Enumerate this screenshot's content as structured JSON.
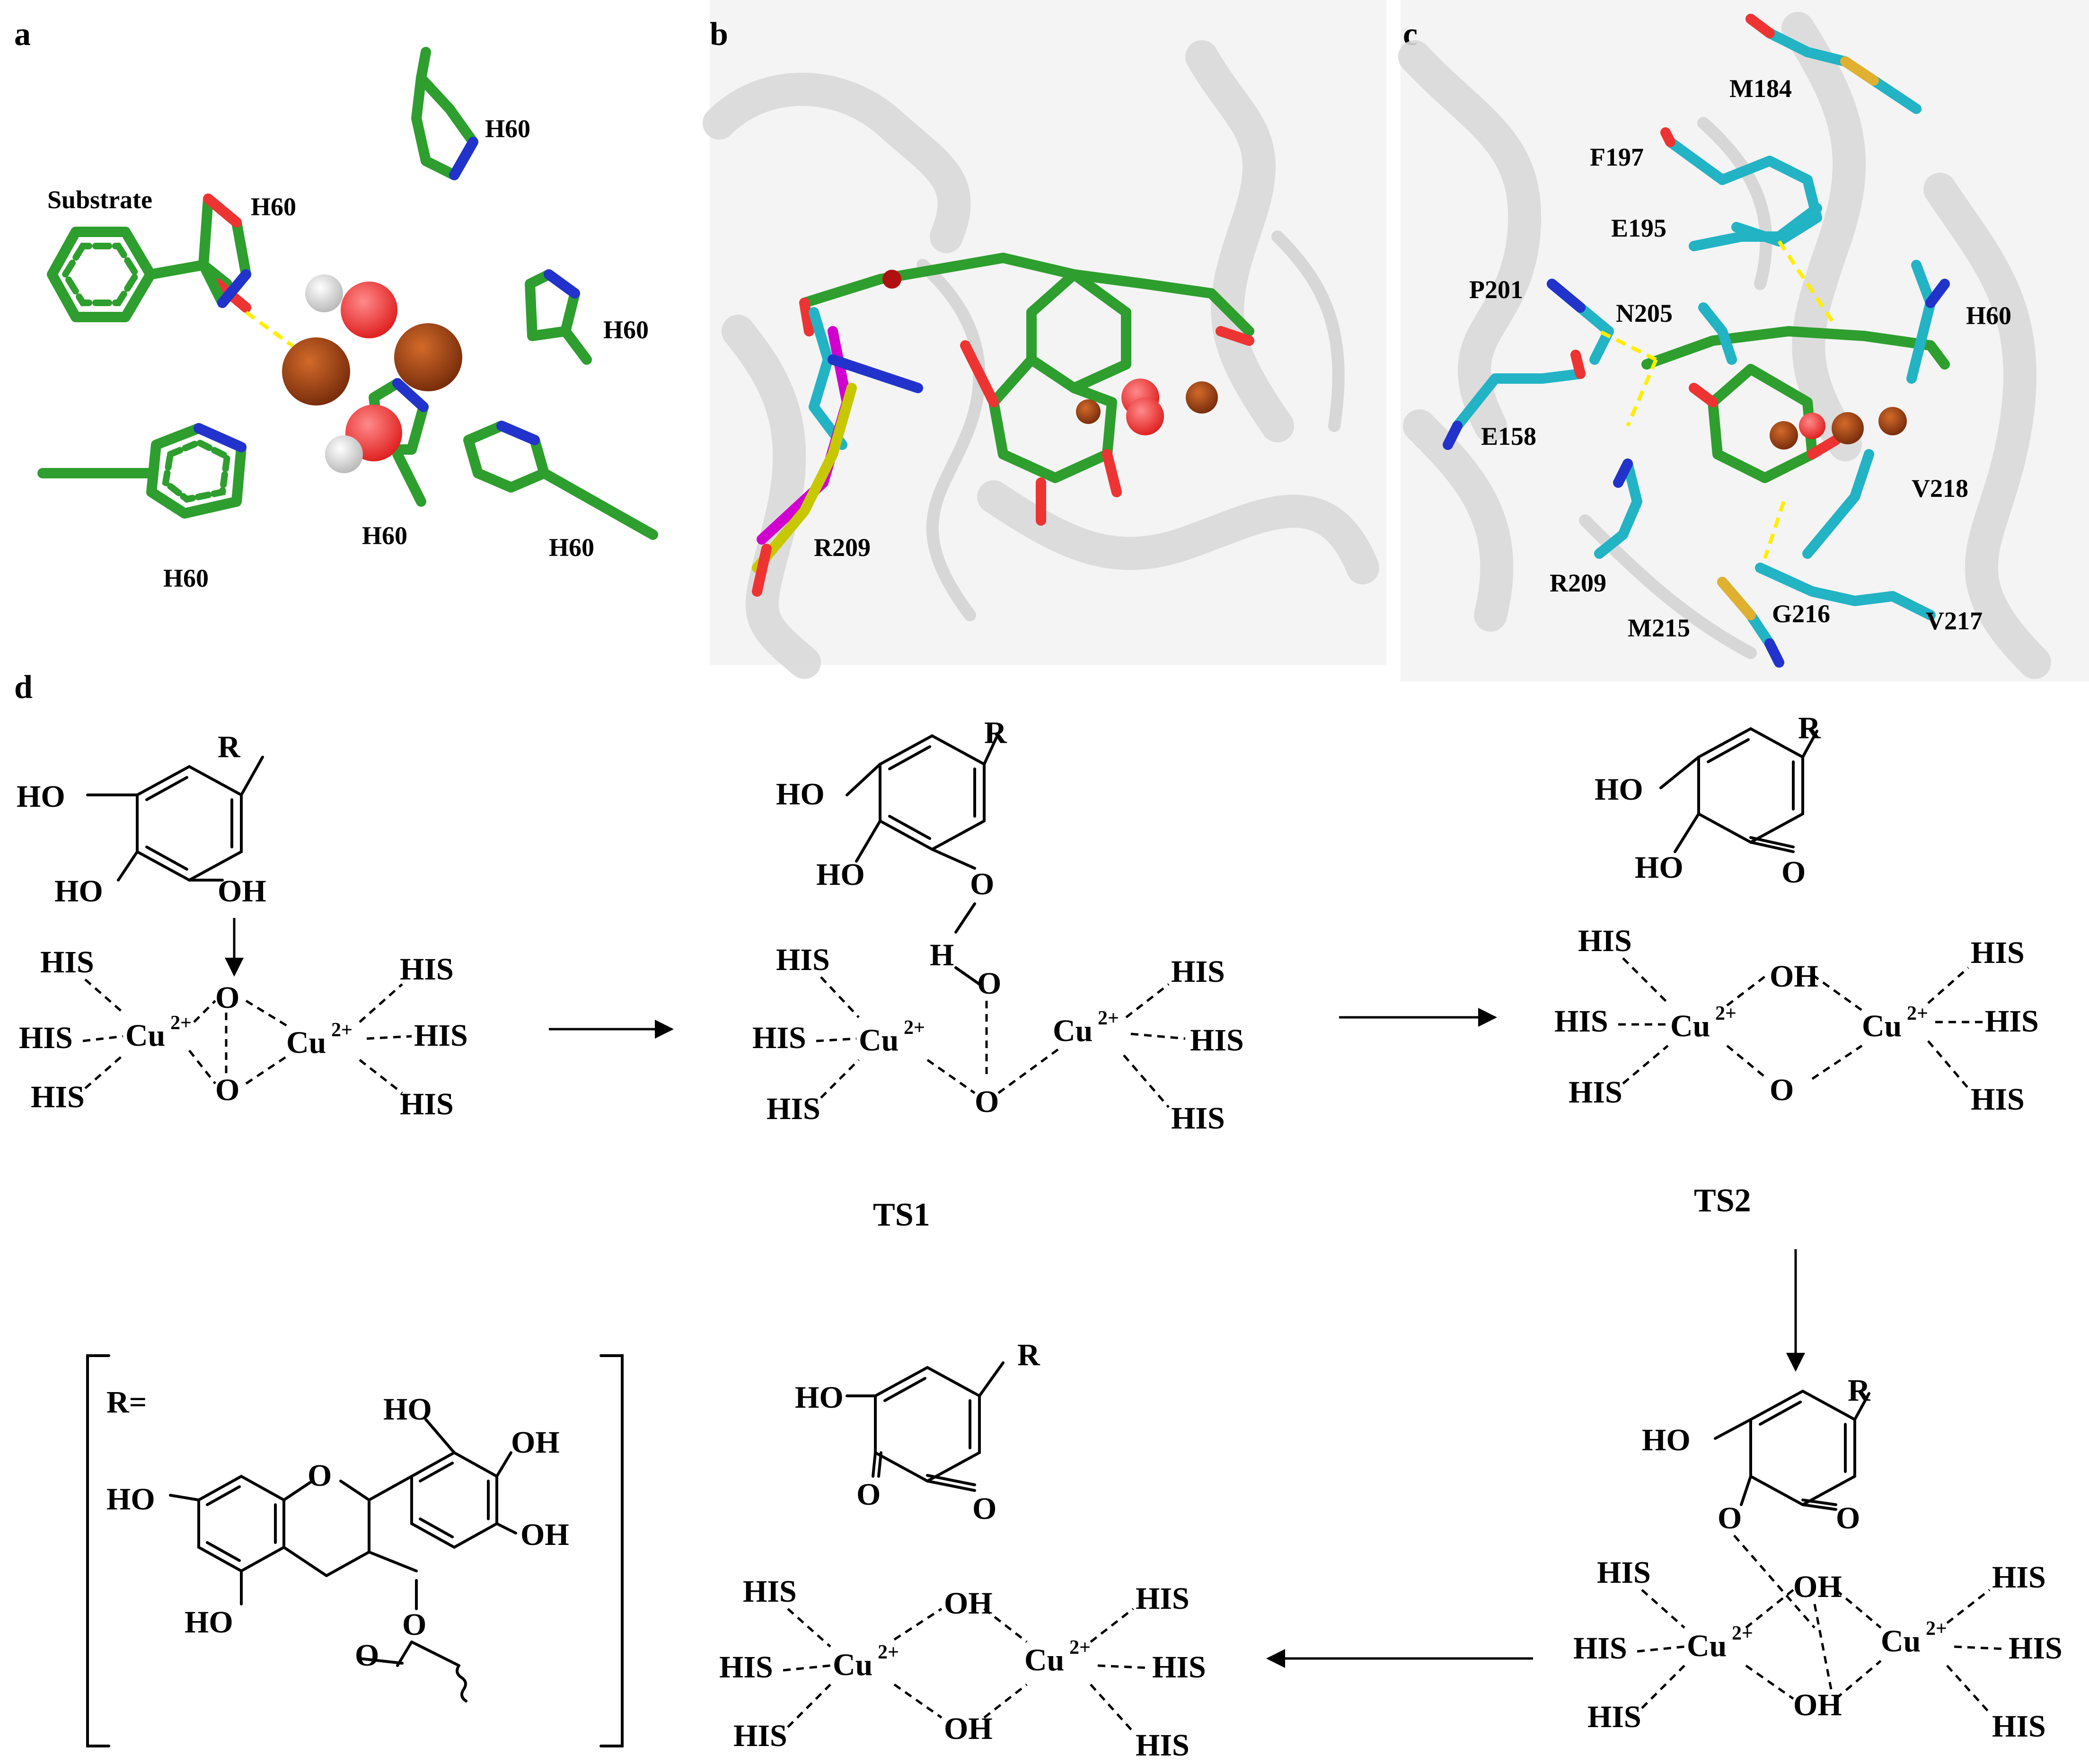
{
  "panels": {
    "a": {
      "letter": "a",
      "labels": [
        "Substrate",
        "H60",
        "H60",
        "H60",
        "H60",
        "H60",
        "H60"
      ]
    },
    "b": {
      "letter": "b",
      "labels": [
        "R209"
      ]
    },
    "c": {
      "letter": "c",
      "labels": [
        "M184",
        "F197",
        "E195",
        "P201",
        "N205",
        "H60",
        "E158",
        "V218",
        "R209",
        "M215",
        "G216",
        "V217"
      ]
    },
    "d": {
      "letter": "d",
      "ts1": "TS1",
      "ts2": "TS2",
      "r_definition": "R="
    }
  },
  "chem_text": {
    "HO": "HO",
    "OH": "OH",
    "O": "O",
    "H": "H",
    "R": "R",
    "HIS": "HIS",
    "Cu": "Cu",
    "charge": "2+"
  },
  "colors": {
    "carbon_green": "#2e9e2e",
    "carbon_cyan": "#22b3c4",
    "nitrogen_blue": "#2233cc",
    "oxygen_red": "#ee3333",
    "copper": "#a0451a",
    "hbond_yellow": "#ffee00",
    "protein_gray": "#d9d9d9"
  }
}
